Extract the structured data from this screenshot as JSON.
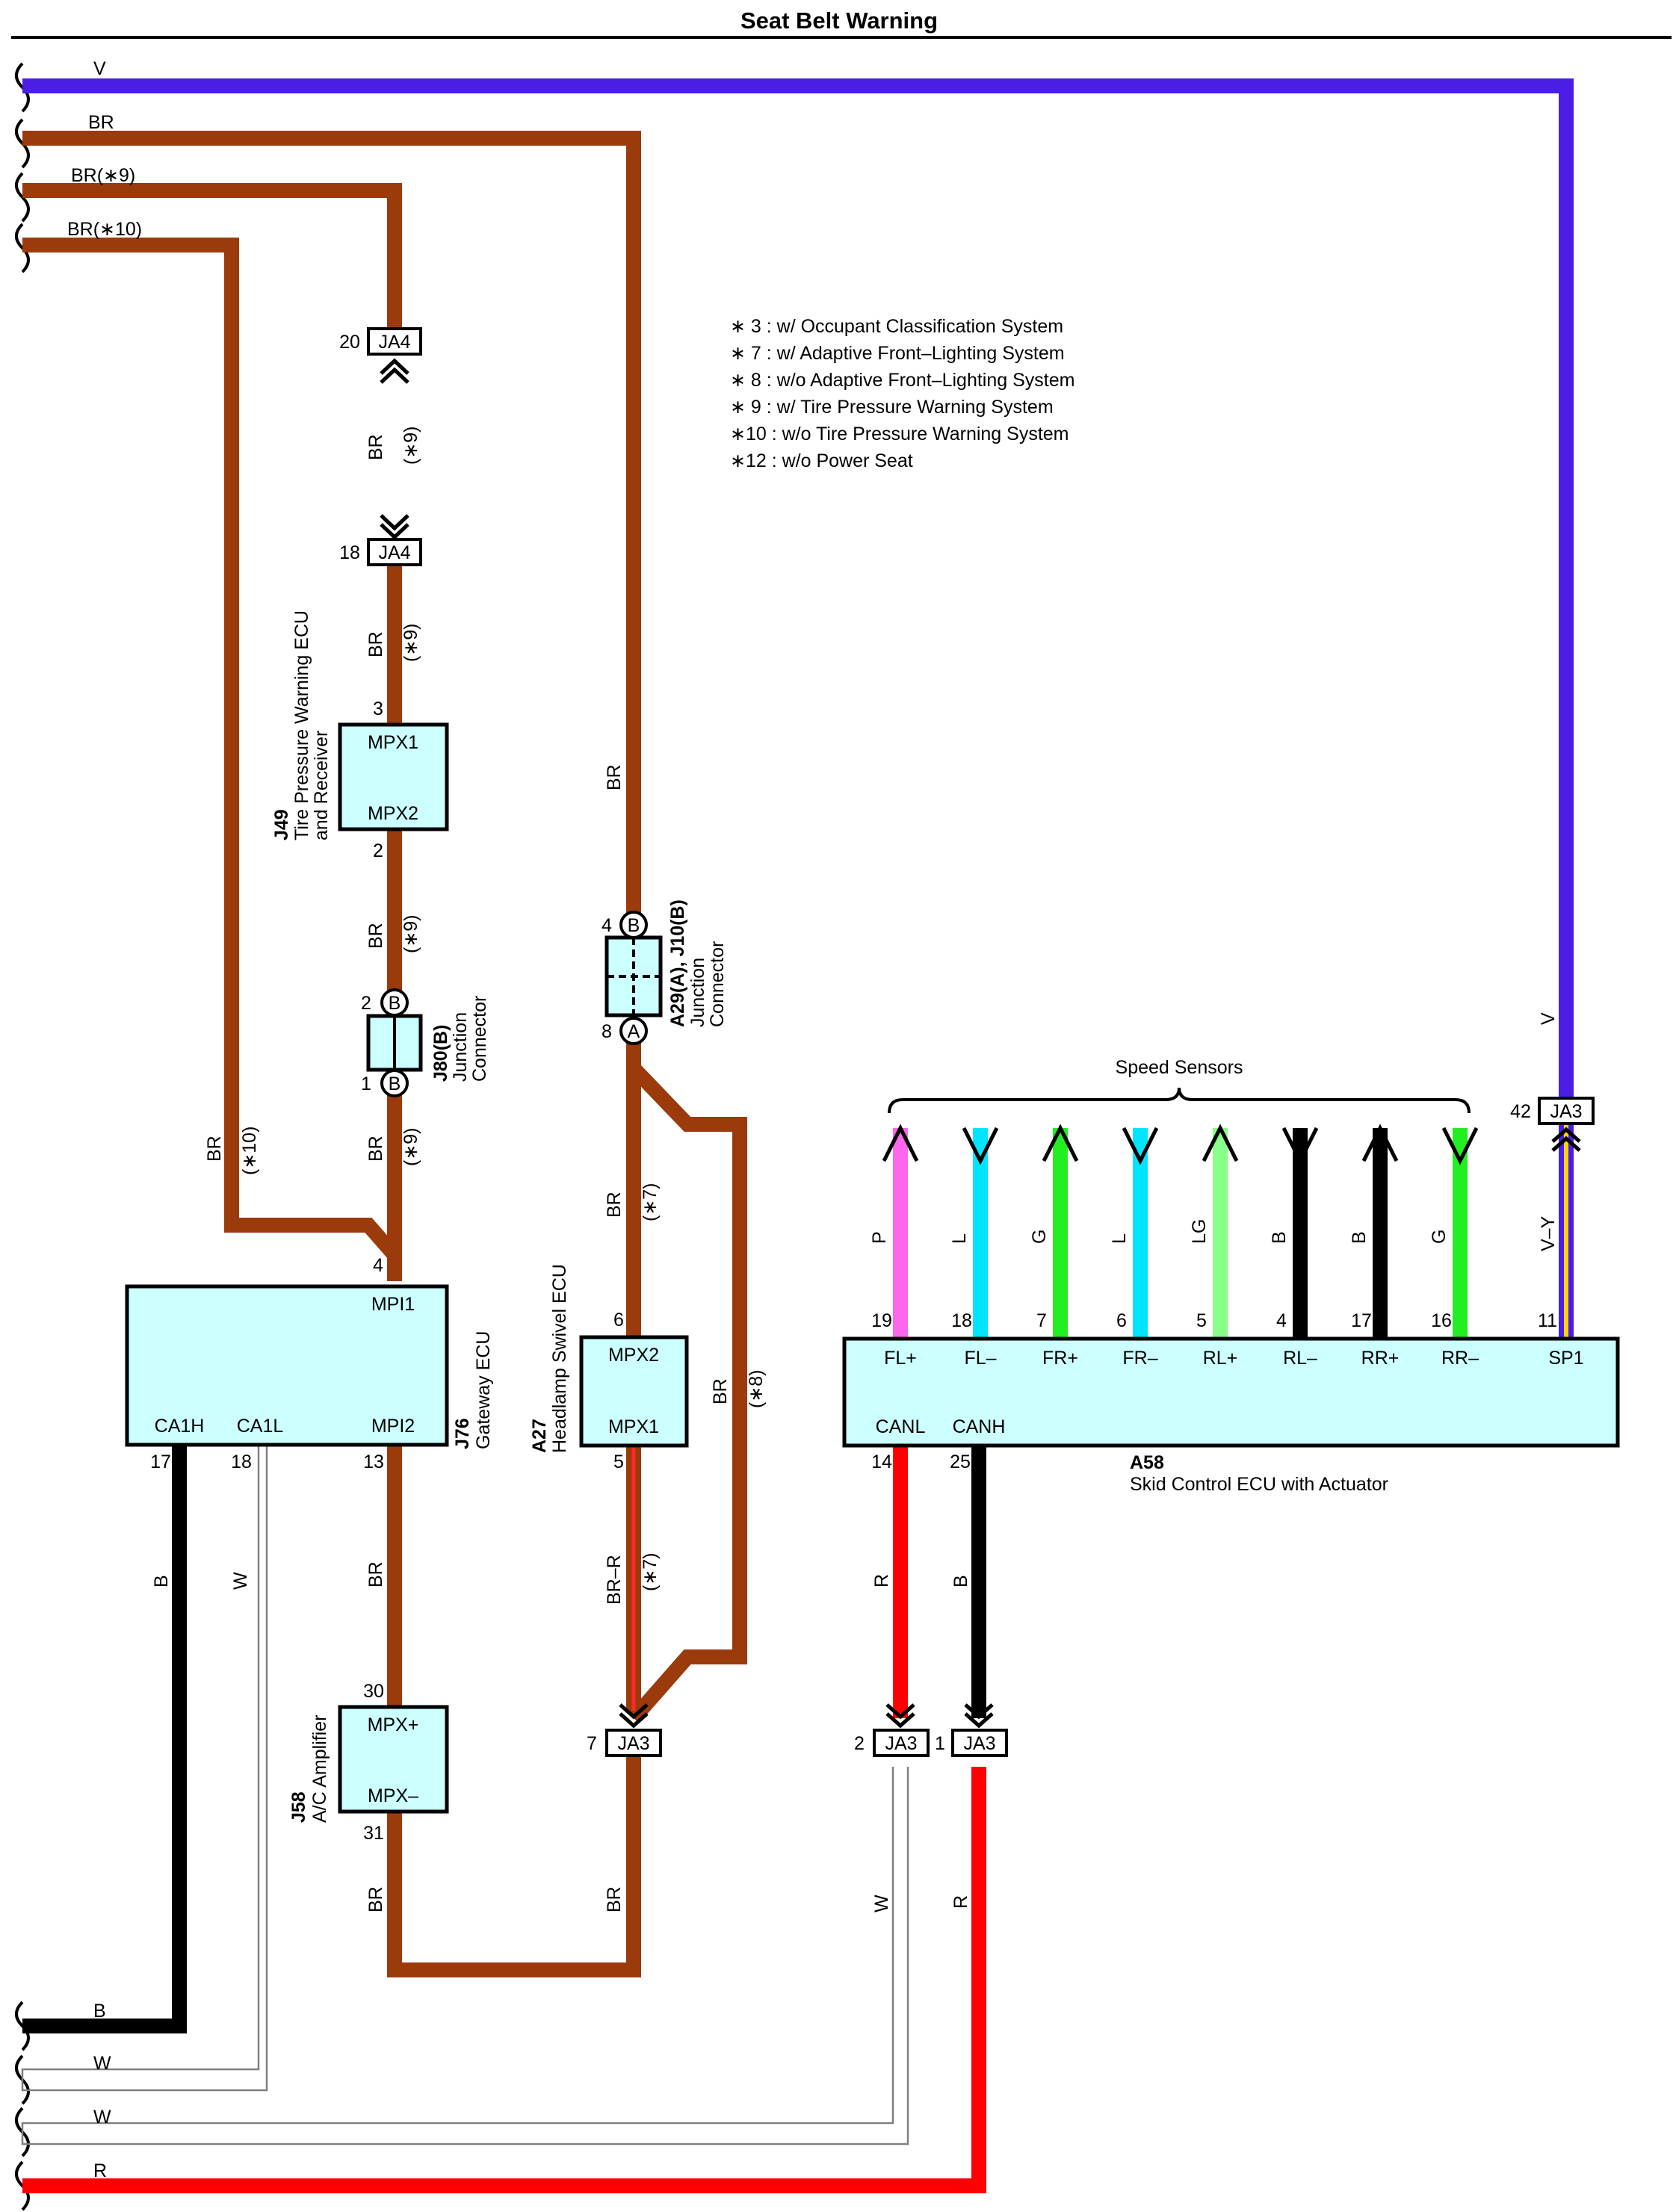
{
  "title": "Seat Belt Warning",
  "colors": {
    "V": "#4b1ee6",
    "BR": "#9b3a0b",
    "B": "#000000",
    "W": "#ffffff",
    "R": "#ff0000",
    "P": "#ff66ee",
    "L": "#00e5ff",
    "G": "#22ee22",
    "LG": "#88ff88",
    "ecu": "#ccffff"
  },
  "left_wires": {
    "v": "V",
    "br": "BR",
    "br9": "BR(∗9)",
    "br10": "BR(∗10)",
    "b": "B",
    "w1": "W",
    "w2": "W",
    "r": "R"
  },
  "notes": [
    "∗ 3 : w/ Occupant Classification System",
    "∗ 7 : w/ Adaptive Front–Lighting System",
    "∗ 8 : w/o Adaptive Front–Lighting System",
    "∗ 9 : w/ Tire Pressure Warning System",
    "∗10 : w/o Tire Pressure Warning System",
    "∗12 : w/o Power Seat"
  ],
  "ja4_upper": {
    "pin": "20",
    "label": "JA4"
  },
  "ja4_lower": {
    "pin": "18",
    "label": "JA4"
  },
  "j49": {
    "code": "J49",
    "name1": "Tire Pressure Warning ECU",
    "name2": "and Receiver",
    "pin_top": "3",
    "t1": "MPX1",
    "pin_bot": "2",
    "t2": "MPX2"
  },
  "j80": {
    "code": "J80(B)",
    "name1": "Junction",
    "name2": "Connector",
    "pin_top": "2",
    "pin_bot": "1",
    "mark": "B"
  },
  "a29": {
    "code": "A29(A), J10(B)",
    "name1": "Junction",
    "name2": "Connector",
    "pin_top": "4",
    "pin_bot": "8",
    "mark_top": "B",
    "mark_bot": "A"
  },
  "j76": {
    "code": "J76",
    "name": "Gateway ECU",
    "mpi1": "MPI1",
    "mpi2": "MPI2",
    "ca1h": "CA1H",
    "ca1l": "CA1L",
    "pin_mpi1": "4",
    "pin_ca1h": "17",
    "pin_ca1l": "18",
    "pin_mpi2": "13"
  },
  "a27": {
    "code": "A27",
    "name": "Headlamp Swivel ECU",
    "t1": "MPX2",
    "t2": "MPX1",
    "pin_top": "6",
    "pin_bot": "5"
  },
  "j58": {
    "code": "J58",
    "name": "A/C Amplifier",
    "t1": "MPX+",
    "t2": "MPX–",
    "pin_top": "30",
    "pin_bot": "31"
  },
  "ja3_7": {
    "pin": "7",
    "label": "JA3"
  },
  "ja3_2": {
    "pin": "2",
    "label": "JA3"
  },
  "ja3_1": {
    "pin": "1",
    "label": "JA3"
  },
  "ja3_42": {
    "pin": "42",
    "label": "JA3"
  },
  "a58": {
    "code": "A58",
    "name": "Skid Control ECU with Actuator",
    "canl": "CANL",
    "canh": "CANH",
    "pin_canl": "14",
    "pin_canh": "25"
  },
  "speed_sensors": {
    "label": "Speed Sensors",
    "items": [
      {
        "term": "FL+",
        "pin": "19",
        "wire": "P",
        "dir": "up"
      },
      {
        "term": "FL–",
        "pin": "18",
        "wire": "L",
        "dir": "down"
      },
      {
        "term": "FR+",
        "pin": "7",
        "wire": "G",
        "dir": "up"
      },
      {
        "term": "FR–",
        "pin": "6",
        "wire": "L",
        "dir": "down"
      },
      {
        "term": "RL+",
        "pin": "5",
        "wire": "LG",
        "dir": "up"
      },
      {
        "term": "RL–",
        "pin": "4",
        "wire": "B",
        "dir": "down"
      },
      {
        "term": "RR+",
        "pin": "17",
        "wire": "B",
        "dir": "up"
      },
      {
        "term": "RR–",
        "pin": "16",
        "wire": "G",
        "dir": "down"
      }
    ]
  },
  "sp1": {
    "term": "SP1",
    "pin": "11",
    "wire": "V–Y",
    "wire_top": "V"
  },
  "wire_labels": {
    "br": "BR",
    "br9": "(∗9)",
    "br10": "BR",
    "br10_note": "(∗10)",
    "br7": "(∗7)",
    "br8": "(∗8)",
    "brr": "BR–R",
    "b": "B",
    "w": "W",
    "r": "R"
  }
}
